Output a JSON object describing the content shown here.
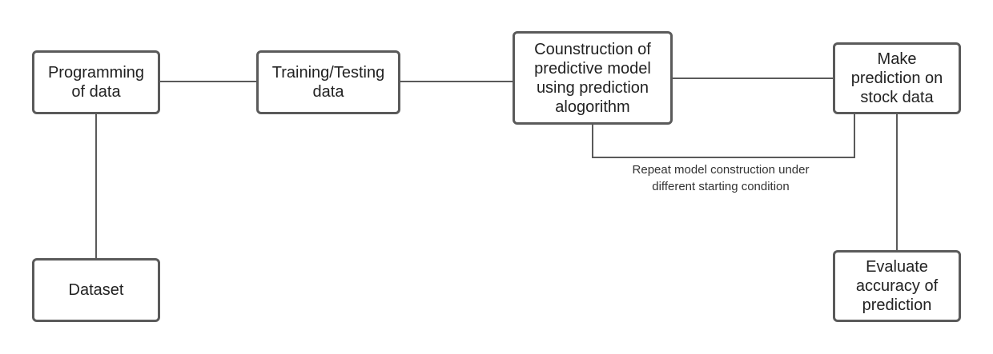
{
  "nodes": {
    "programming": "Programming\nof data",
    "training": "Training/Testing\ndata",
    "construction": "Counstruction of\npredictive model\nusing prediction\nalogorithm",
    "make_prediction": "Make\nprediction on\nstock data",
    "dataset": "Dataset",
    "evaluate": "Evaluate\naccuracy of\nprediction"
  },
  "loop_label": "Repeat model construction under\ndifferent starting condition"
}
